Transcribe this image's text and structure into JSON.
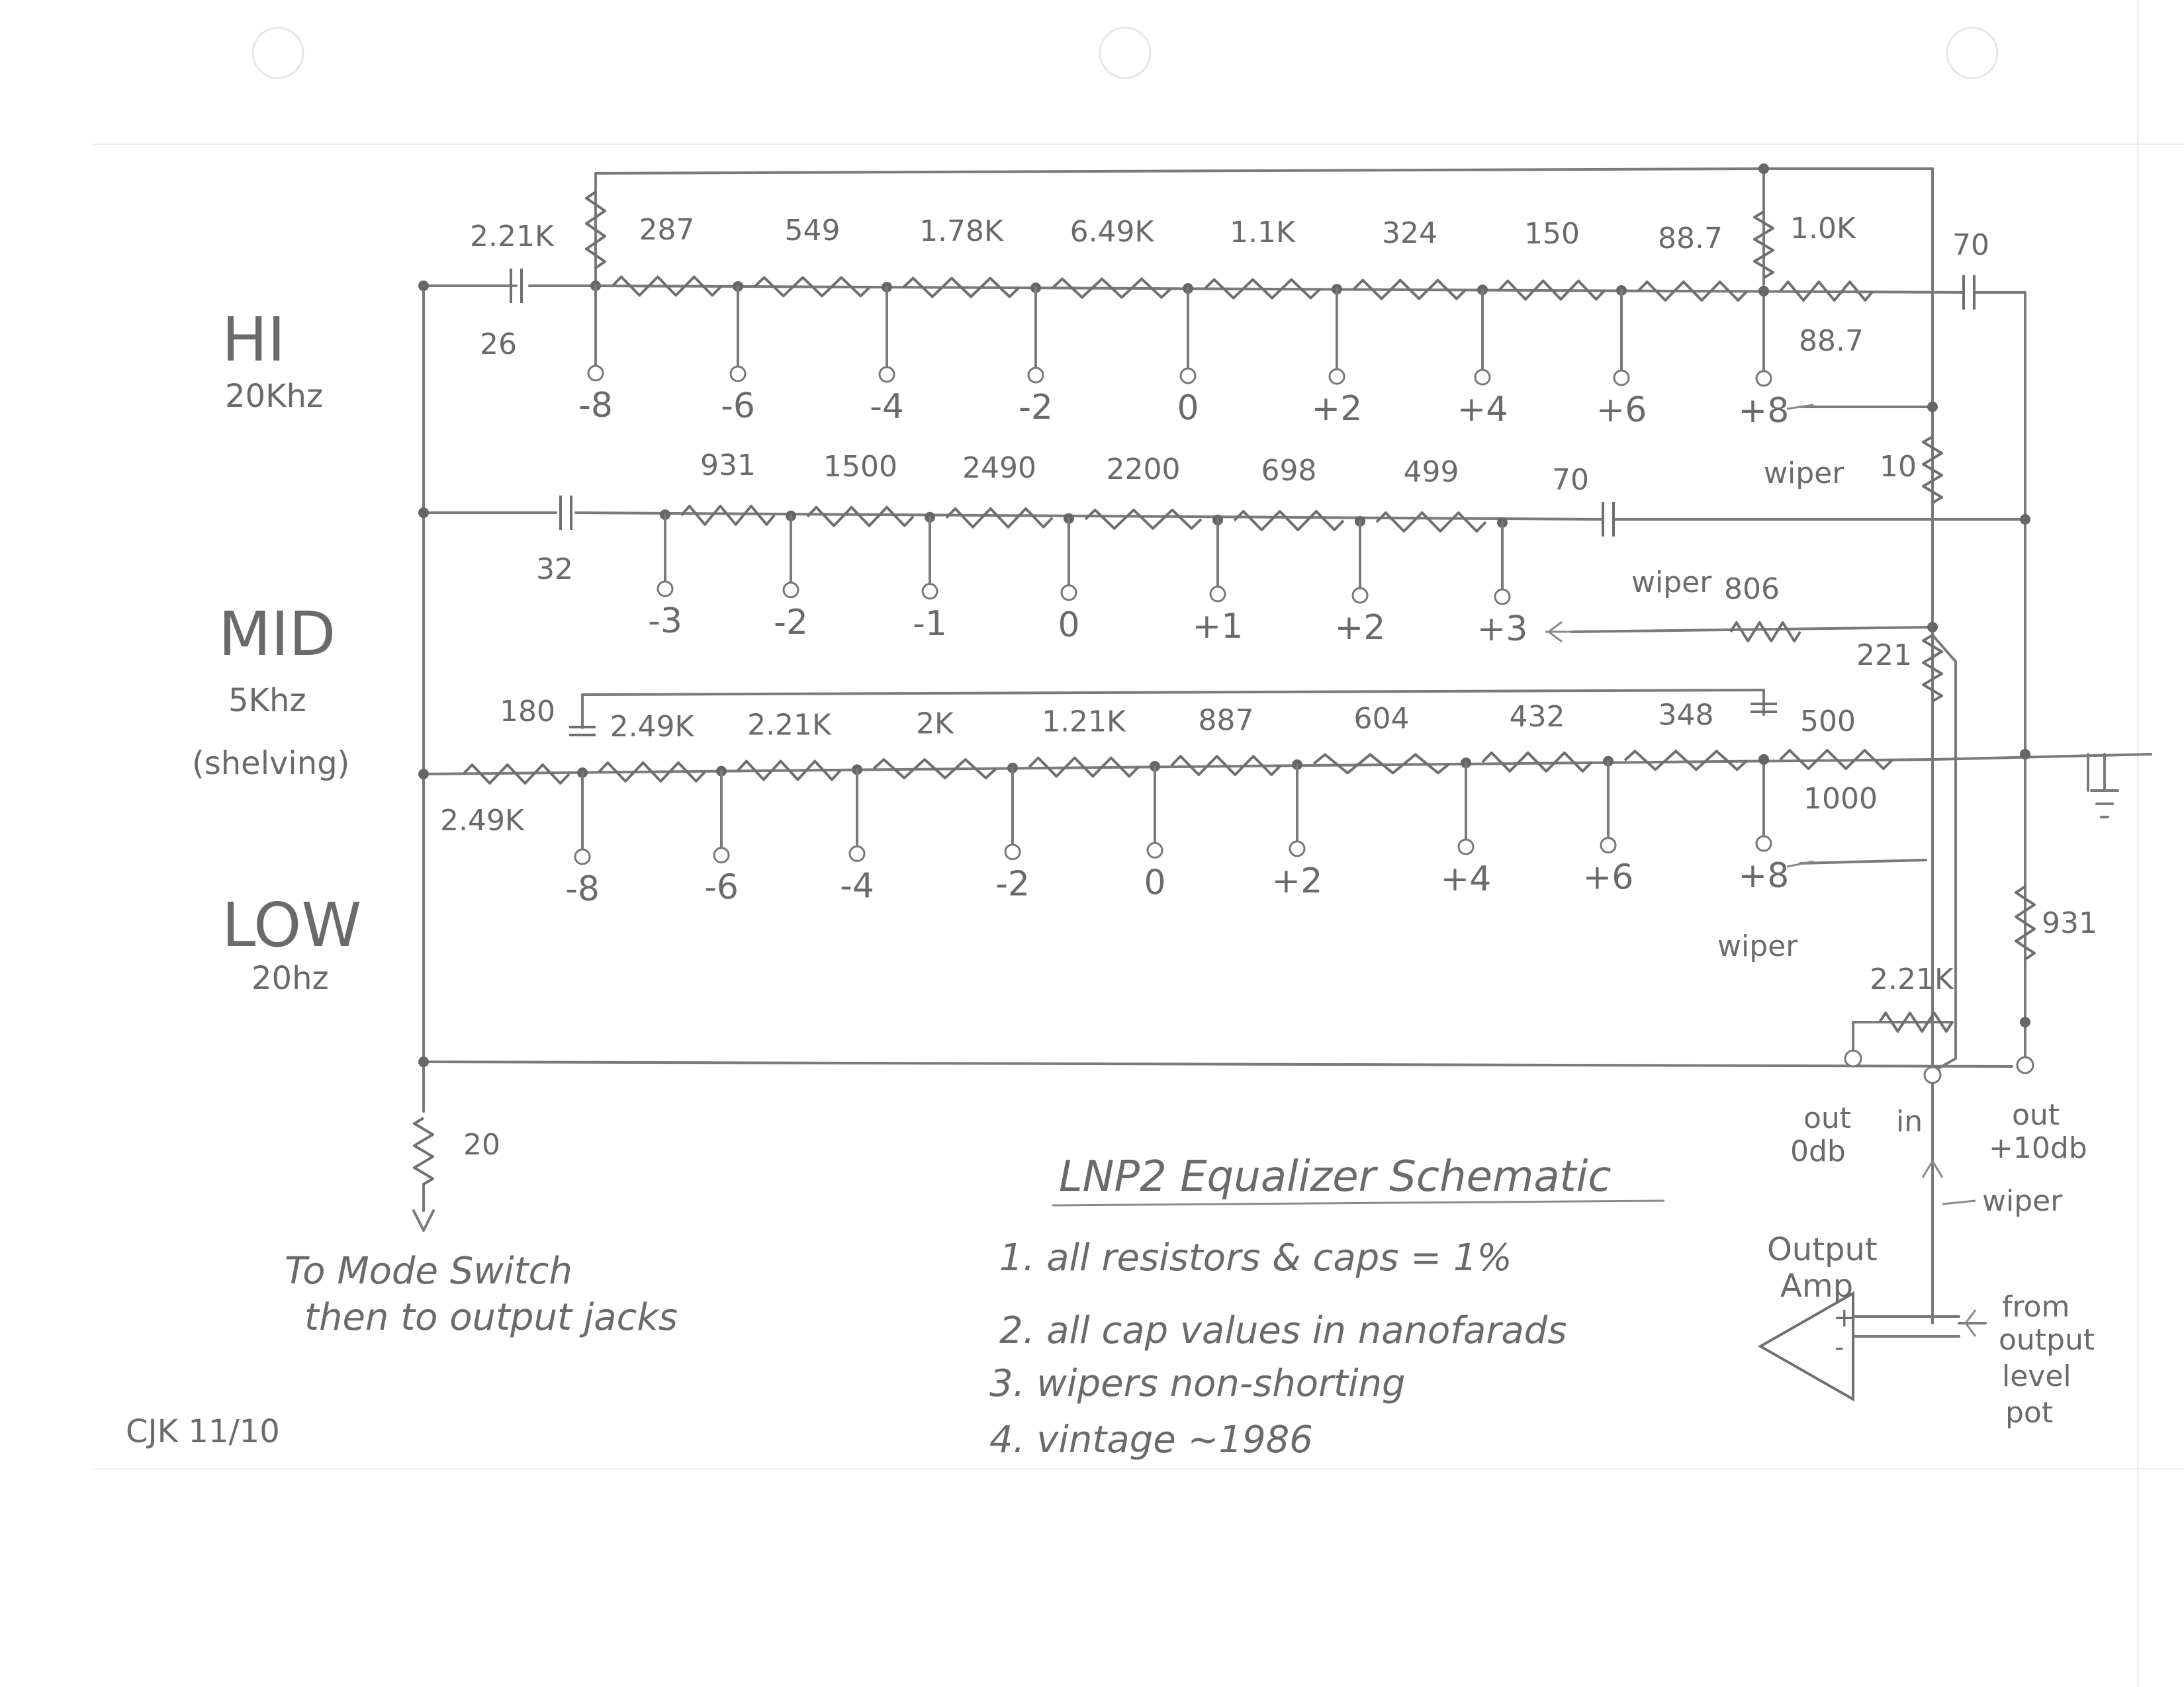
{
  "title": "LNP2 Equalizer Schematic",
  "notes": [
    "1. all resistors & caps = 1%",
    "2. all cap values in nanofarads",
    "3. wipers non-shorting",
    "4. vintage ~1986"
  ],
  "signature": "CJK 11/10",
  "mode_switch_note": {
    "line1": "To Mode Switch",
    "line2": "then to output jacks"
  },
  "sections": {
    "hi": {
      "name": "HI",
      "freq": "20Khz",
      "input_cap": "26",
      "shunt_resistor": "2.21K",
      "end_resistor": "88.7",
      "out_resistor": "1.0K",
      "out_resistor_2": "88.7",
      "output_cap": "70",
      "resistors": [
        "287",
        "549",
        "1.78K",
        "6.49K",
        "1.1K",
        "324",
        "150"
      ],
      "taps": [
        "-8",
        "-6",
        "-4",
        "-2",
        "0",
        "+2",
        "+4",
        "+6",
        "+8"
      ]
    },
    "mid": {
      "name": "MID",
      "freq": "5Khz",
      "note": "(shelving)",
      "input_cap": "32",
      "resistors": [
        "931",
        "1500",
        "2490",
        "2200",
        "698",
        "499"
      ],
      "output_cap": "70",
      "taps": [
        "-3",
        "-2",
        "-1",
        "0",
        "+1",
        "+2",
        "+3"
      ],
      "wiper": "wiper",
      "wiper_resistor": "806"
    },
    "low": {
      "name": "LOW",
      "freq": "20hz",
      "input_resistor": "2.49K",
      "top_cap": "180",
      "resistors": [
        "2.49K",
        "2.21K",
        "2K",
        "1.21K",
        "887",
        "604",
        "432",
        "348"
      ],
      "end_cap": "500",
      "end_resistor": "1000",
      "taps": [
        "-8",
        "-6",
        "-4",
        "-2",
        "0",
        "+2",
        "+4",
        "+6",
        "+8"
      ],
      "wiper": "wiper"
    }
  },
  "right_network": {
    "wiper": "wiper",
    "r_10": "10",
    "r_221": "221",
    "r_931": "931",
    "r_221k": "2.21K"
  },
  "bottom_resistor": "20",
  "outputs": {
    "out_0db_1": "out",
    "out_0db_2": "0db",
    "in": "in",
    "out_10db_1": "out",
    "out_10db_2": "+10db",
    "wiper": "wiper"
  },
  "amp": {
    "label_1": "Output",
    "label_2": "Amp",
    "plus": "+",
    "minus": "-"
  },
  "level_pot": {
    "line1": "from",
    "line2": "output",
    "line3": "level",
    "line4": "pot"
  }
}
